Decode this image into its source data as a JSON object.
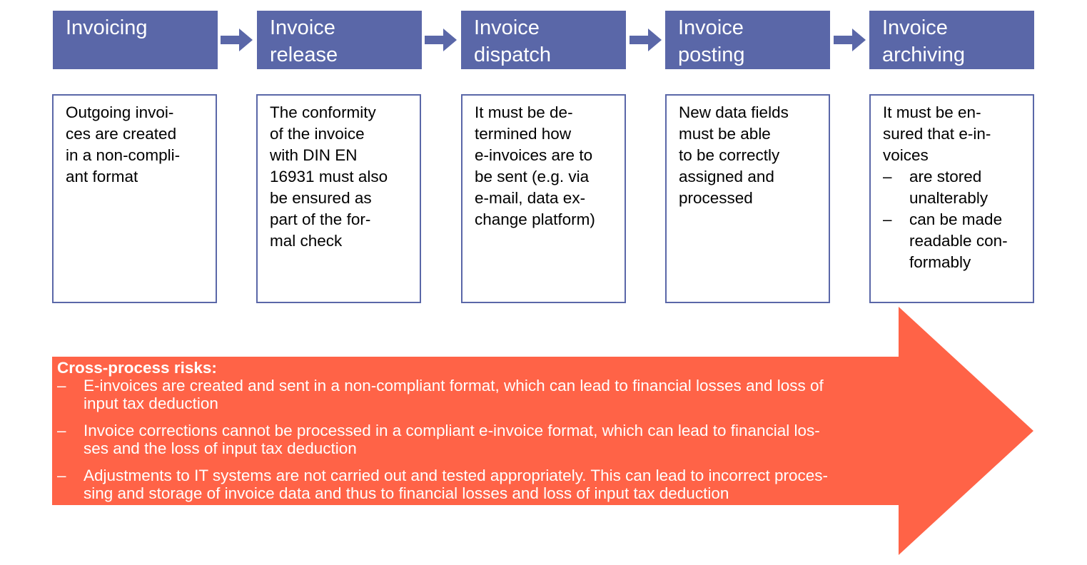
{
  "colors": {
    "header_fill": "#5a67a8",
    "box_border": "#5a67a8",
    "flow_arrow": "#5a67a8",
    "risk_arrow": "#ff6347"
  },
  "icons": {
    "flow_arrow": "right-arrow-icon",
    "risk_arrow": "large-right-arrow"
  },
  "steps": [
    {
      "title_lines": [
        "Invoicing"
      ],
      "body_lines": [
        "Outgoing invoi-",
        "ces are created",
        "in a non-compli-",
        "ant format"
      ]
    },
    {
      "title_lines": [
        "Invoice",
        "release"
      ],
      "body_lines": [
        "The conformity",
        "of the invoice",
        "with DIN EN",
        "16931 must also",
        "be ensured as",
        "part of the for-",
        "mal check"
      ]
    },
    {
      "title_lines": [
        "Invoice",
        "dispatch"
      ],
      "body_lines": [
        "It must be de-",
        "termined how",
        "e-invoices are to",
        "be sent (e.g. via",
        "e-mail, data ex-",
        "change platform)"
      ]
    },
    {
      "title_lines": [
        "Invoice",
        "posting"
      ],
      "body_lines": [
        "New data fields",
        "must be able",
        "to be correctly",
        "assigned and",
        "processed"
      ]
    },
    {
      "title_lines": [
        "Invoice",
        "archiving"
      ],
      "body_lines": [
        "It must be en-",
        "sured that e-in-",
        "voices"
      ],
      "bullets": [
        [
          "are stored",
          "unalterably"
        ],
        [
          "can be made",
          "readable con-",
          "formably"
        ]
      ]
    }
  ],
  "bullet_dash": "–",
  "risks": {
    "title": "Cross-process risks:",
    "items": [
      [
        "E-invoices are created and sent in a non-compliant format, which can lead to financial losses and loss of",
        "input tax deduction"
      ],
      [
        "Invoice corrections cannot be processed in a compliant e-invoice format, which can lead to financial los-",
        "ses and the loss of input tax deduction"
      ],
      [
        "Adjustments to IT systems are not carried out and tested appropriately. This can lead to incorrect proces-",
        "sing and storage of invoice data and thus to financial losses and loss of input tax deduction"
      ]
    ]
  }
}
